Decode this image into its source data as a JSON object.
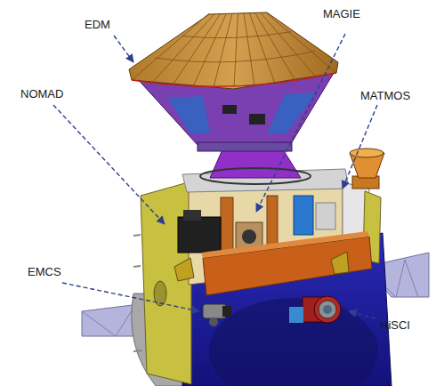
{
  "diagram": {
    "labels": [
      "EDM",
      "MAGIE",
      "NOMAD",
      "MATMOS",
      "EMCS",
      "HiSCI"
    ]
  }
}
